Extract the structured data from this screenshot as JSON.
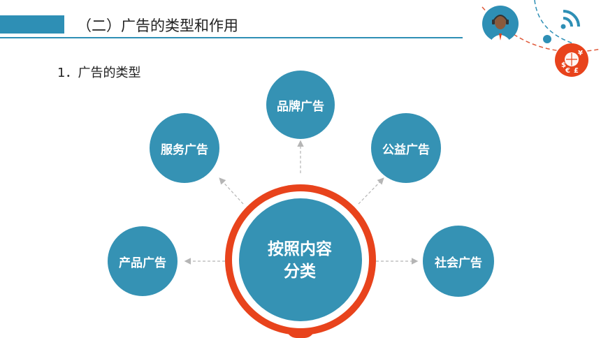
{
  "header": {
    "title": "（二）广告的类型和作用"
  },
  "section": {
    "subtitle": "1．广告的类型"
  },
  "diagram": {
    "center": {
      "line1": "按照内容",
      "line2": "分类"
    },
    "nodes": [
      {
        "id": "brand",
        "label": "品牌广告"
      },
      {
        "id": "service",
        "label": "服务广告"
      },
      {
        "id": "public",
        "label": "公益广告"
      },
      {
        "id": "product",
        "label": "产品广告"
      },
      {
        "id": "social",
        "label": "社会广告"
      }
    ]
  },
  "colors": {
    "primary_blue": "#2e8fb5",
    "node_blue": "#3592b4",
    "accent_orange": "#e8431c",
    "dash_red": "#e05a3a",
    "arrow_gray": "#b5b5b5"
  },
  "decorations": {
    "icons": [
      "headset-agent-icon",
      "wifi-signal-icon",
      "currency-globe-icon"
    ],
    "currency_symbols": [
      "$",
      "¥",
      "€",
      "£"
    ]
  }
}
